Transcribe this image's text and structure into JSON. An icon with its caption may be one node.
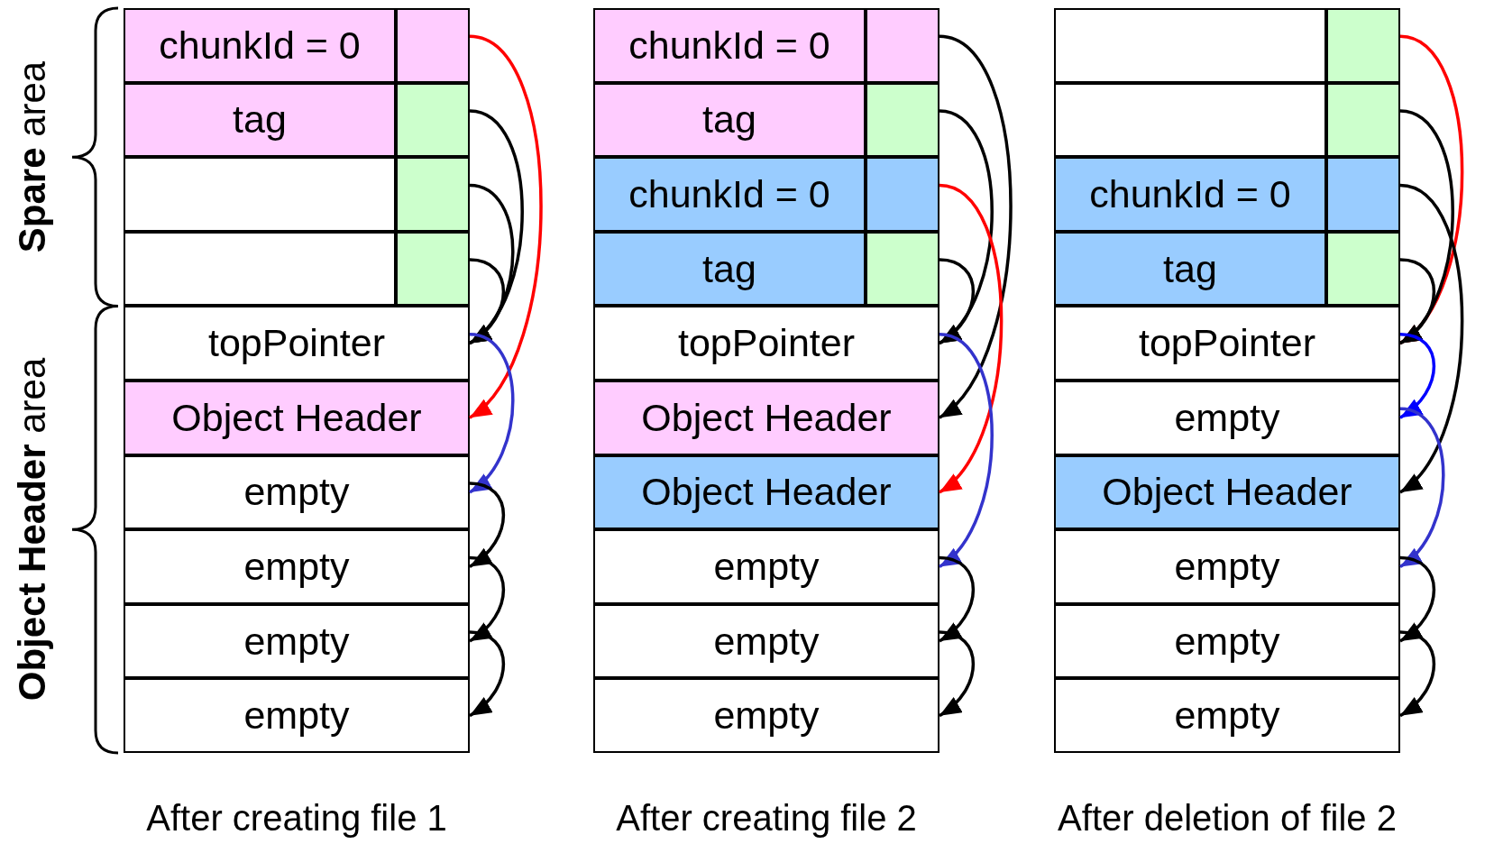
{
  "diagram": {
    "nodes": [
      {
        "text": [
          "chunkId = 0"
        ]
      },
      {
        "text": [],
        "shape": "box"
      },
      {
        "text": [
          "tag"
        ]
      },
      {
        "text": [],
        "shape": "box"
      },
      {
        "text": [],
        "shape": "box"
      },
      {
        "text": [],
        "shape": "box"
      },
      {
        "text": [],
        "shape": "box"
      },
      {
        "text": [],
        "shape": "box"
      },
      {
        "text": [
          "topPointer"
        ]
      },
      {
        "text": [
          "Object Header"
        ]
      },
      {
        "text": [
          "empty"
        ]
      },
      {
        "text": [
          "empty"
        ]
      },
      {
        "text": [
          "empty"
        ]
      },
      {
        "text": [
          "empty"
        ]
      },
      {
        "text": [
          "chunkId = 0"
        ]
      },
      {
        "text": [],
        "shape": "box"
      },
      {
        "text": [
          "tag"
        ]
      },
      {
        "text": [],
        "shape": "box"
      },
      {
        "text": [
          "chunkId = 0"
        ]
      },
      {
        "text": [],
        "shape": "box"
      },
      {
        "text": [
          "tag"
        ]
      },
      {
        "text": [],
        "shape": "box"
      },
      {
        "text": [
          "topPointer"
        ]
      },
      {
        "text": [
          "Object Header"
        ]
      },
      {
        "text": [
          "Object Header"
        ]
      },
      {
        "text": [
          "empty"
        ]
      },
      {
        "text": [
          "empty"
        ]
      },
      {
        "text": [
          "empty"
        ]
      },
      {
        "text": [],
        "shape": "box"
      },
      {
        "text": [],
        "shape": "box"
      },
      {
        "text": [],
        "shape": "box"
      },
      {
        "text": [],
        "shape": "box"
      },
      {
        "text": [
          "chunkId = 0"
        ]
      },
      {
        "text": [],
        "shape": "box"
      },
      {
        "text": [
          "tag"
        ]
      },
      {
        "text": [],
        "shape": "box"
      },
      {
        "text": [
          "topPointer"
        ]
      },
      {
        "text": [
          "empty"
        ]
      },
      {
        "text": [
          "Object Header"
        ]
      },
      {
        "text": [
          "empty"
        ]
      },
      {
        "text": [
          "empty"
        ]
      },
      {
        "text": [
          "empty"
        ]
      }
    ],
    "edges": [
      {
        "from": 1,
        "to": 9,
        "arrow": "to",
        "color": "#ff0000"
      },
      {
        "from": 3,
        "to": 8,
        "arrow": "to"
      },
      {
        "from": 5,
        "to": 8,
        "arrow": "to"
      },
      {
        "from": 7,
        "to": 8,
        "arrow": "to"
      },
      {
        "from": 8,
        "to": 10,
        "arrow": "to",
        "color": "#3333cc"
      },
      {
        "from": 10,
        "to": 11,
        "arrow": "to"
      },
      {
        "from": 11,
        "to": 12,
        "arrow": "to"
      },
      {
        "from": 12,
        "to": 13,
        "arrow": "to"
      },
      {
        "from": 15,
        "to": 23,
        "arrow": "to"
      },
      {
        "from": 17,
        "to": 22,
        "arrow": "to"
      },
      {
        "from": 19,
        "to": 24,
        "arrow": "to",
        "color": "#ff0000"
      },
      {
        "from": 21,
        "to": 22,
        "arrow": "to"
      },
      {
        "from": 22,
        "to": 25,
        "arrow": "to",
        "color": "#3333cc"
      },
      {
        "from": 25,
        "to": 26,
        "arrow": "to"
      },
      {
        "from": 26,
        "to": 27,
        "arrow": "to"
      },
      {
        "from": 29,
        "to": 36,
        "arrow": "to",
        "color": "#ff0000"
      },
      {
        "from": 31,
        "to": 36,
        "arrow": "to"
      },
      {
        "from": 33,
        "to": 38,
        "arrow": "to"
      },
      {
        "from": 35,
        "to": 36,
        "arrow": "to"
      },
      {
        "from": 36,
        "to": 37,
        "arrow": "to",
        "color": "#0000ff"
      },
      {
        "from": 37,
        "to": 39,
        "arrow": "to",
        "color": "#3333cc"
      },
      {
        "from": 39,
        "to": 40,
        "arrow": "to"
      },
      {
        "from": 40,
        "to": 41,
        "arrow": "to"
      }
    ],
    "labels": [
      "**Spare** area",
      "**Object Header** area",
      "After creating file 1",
      "After creating file 2",
      "After deletion of file 2"
    ]
  }
}
